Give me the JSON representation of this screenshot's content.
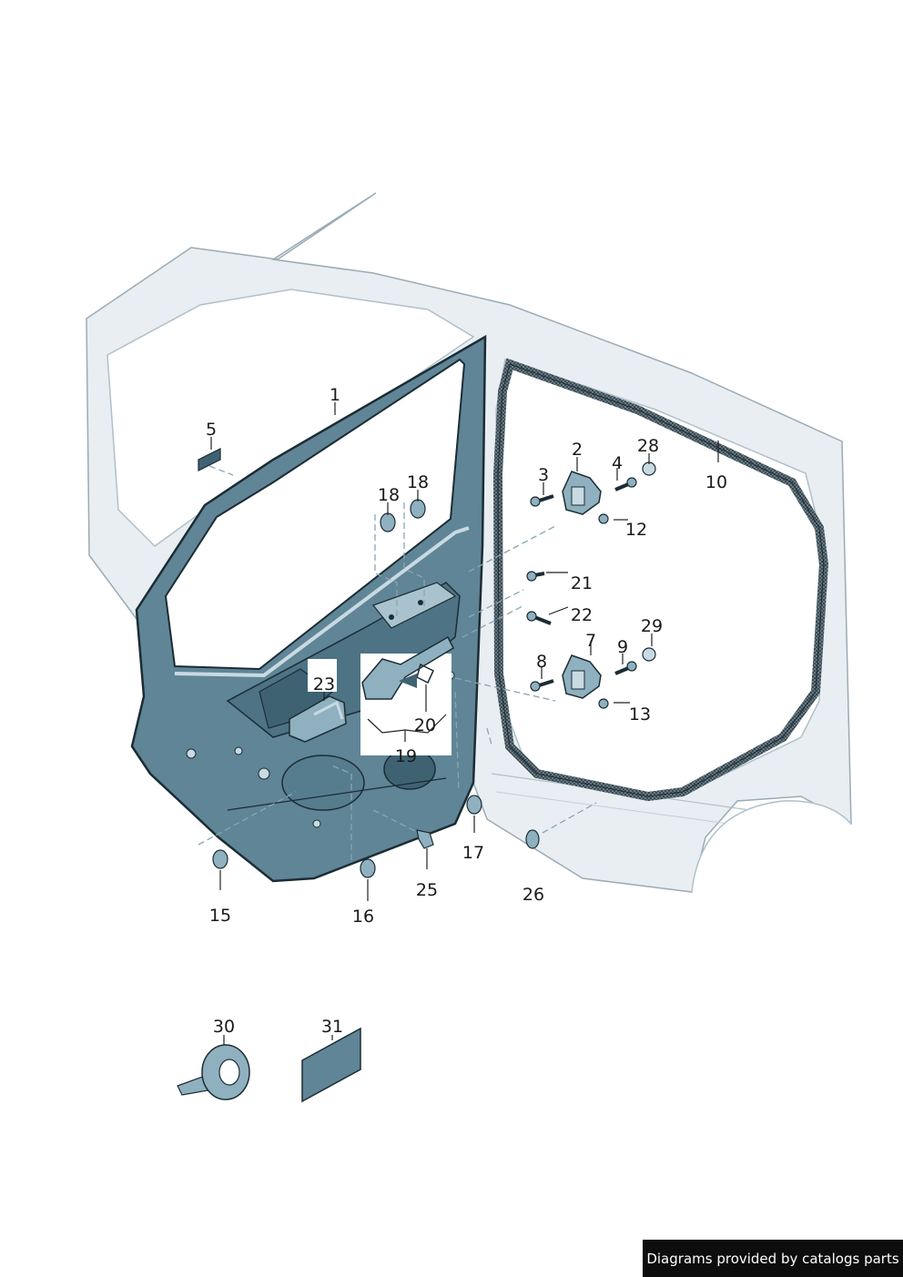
{
  "callouts": {
    "c1": "1",
    "c2": "2",
    "c3": "3",
    "c4": "4",
    "c5": "5",
    "c7": "7",
    "c8": "8",
    "c9": "9",
    "c10": "10",
    "c12": "12",
    "c13": "13",
    "c15": "15",
    "c16": "16",
    "c17": "17",
    "c18a": "18",
    "c18b": "18",
    "c19": "19",
    "c20": "20",
    "c21": "21",
    "c22": "22",
    "c23": "23",
    "c25": "25",
    "c26": "26",
    "c28": "28",
    "c29": "29",
    "c30": "30",
    "c31": "31"
  },
  "credit": "Diagrams provided by catalogs parts",
  "colors": {
    "body_fill": "#e9eef2",
    "body_stroke": "#9aabb6",
    "door_fill": "#5f8596",
    "door_dark": "#3f6272",
    "door_stroke": "#1c2c34",
    "seal": "#2b3338",
    "part_fill": "#8fb0bf",
    "part_light": "#c8dae2"
  }
}
